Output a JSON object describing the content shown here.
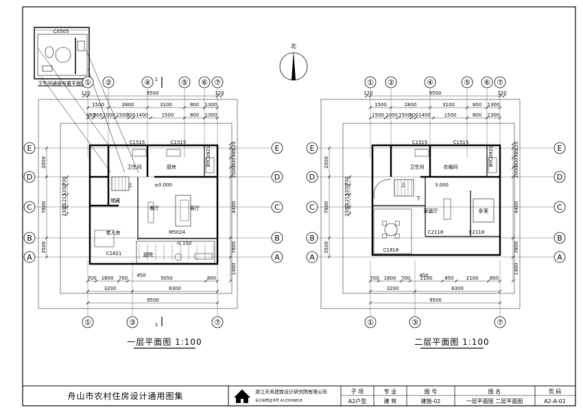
{
  "north_label": "北",
  "bath_detail": {
    "title": "卫生间通道布置平面图",
    "tag": "C0505"
  },
  "plan1": {
    "title": "一层平面图 1:100",
    "top_grid": [
      "①",
      "②",
      "④",
      "⑤",
      "⑥",
      "⑦"
    ],
    "bottom_grid": [
      "①",
      "③",
      "⑦"
    ],
    "rows": [
      "E",
      "D",
      "C",
      "B",
      "A"
    ],
    "top_dims_1": [
      "120",
      "9500",
      "120"
    ],
    "top_dims_2": [
      "1500",
      "2800",
      "3100",
      "800",
      "1300"
    ],
    "top_dims_3": [
      "480",
      "900",
      "1000",
      "1500",
      "300",
      "1400",
      "1500",
      "800",
      "1300"
    ],
    "bottom_dims_1": [
      "700",
      "1800",
      "700",
      "5050",
      "800"
    ],
    "bottom_dims_2": [
      "3200",
      "6300"
    ],
    "bottom_total": "9500",
    "left_dims_outer": [
      "2000",
      "7800",
      "3500"
    ],
    "left_dims_inner": [
      "700",
      "1200",
      "C1215",
      "2300",
      "400"
    ],
    "right_dims": [
      "120",
      "980",
      "900",
      "2000",
      "4400",
      "7800",
      "1400"
    ],
    "windows": [
      "C1515",
      "C1515",
      "BYC0921",
      "C1821"
    ],
    "rooms": [
      "卫生间",
      "厨房",
      "储藏",
      "餐厅",
      "客厅",
      "老人房",
      "庭院"
    ],
    "levels": [
      "±0.000",
      "-0.150"
    ],
    "door": "M5024",
    "dim_450": "450",
    "section_mark": "1",
    "stair_up": "上"
  },
  "plan2": {
    "title": "二层平面图 1:100",
    "top_grid": [
      "①",
      "②",
      "④",
      "⑤",
      "⑥",
      "⑦"
    ],
    "bottom_grid": [
      "①",
      "③",
      "⑦"
    ],
    "rows": [
      "E",
      "D",
      "C",
      "B",
      "A"
    ],
    "top_dims_1": [
      "120",
      "9500",
      "120"
    ],
    "top_dims_2": [
      "1500",
      "2800",
      "3100",
      "800",
      "1300"
    ],
    "top_dims_3": [
      "1500",
      "1000",
      "1500",
      "300",
      "1400",
      "1500",
      "800",
      "1300"
    ],
    "bottom_dims_1": [
      "700",
      "1800",
      "700",
      "2100",
      "850",
      "2100",
      "800"
    ],
    "bottom_dims_2": [
      "3200",
      "6300"
    ],
    "bottom_total": "9500",
    "left_dims_outer": [
      "2000",
      "7800",
      "3500"
    ],
    "left_dims_inner": [
      "700",
      "1200",
      "C1215",
      "2300",
      "400"
    ],
    "right_dims": [
      "120",
      "980",
      "900",
      "2000",
      "4400",
      "7800",
      "1400"
    ],
    "windows": [
      "C1515",
      "C1515",
      "BYC0921",
      "C2118",
      "C2118",
      "C1818"
    ],
    "rooms": [
      "卫生间",
      "衣帽间",
      "家庭厅",
      "卧室"
    ],
    "level": "3.000",
    "dim_450": "450",
    "stair_up": "上",
    "stair_down": "下"
  },
  "title_block": {
    "atlas": "舟山市农村住房设计通用图集",
    "company": "浙江天禾建筑设计研究院有限公司",
    "company_sub": "设计资质证书号 A133008818",
    "headers": [
      "子 项",
      "专 业",
      "图 号",
      "图 名",
      "页 码"
    ],
    "values": [
      "A2户型",
      "建 筑",
      "建施-02",
      "一层平面图  二层平面图",
      "A2-A-02"
    ]
  }
}
